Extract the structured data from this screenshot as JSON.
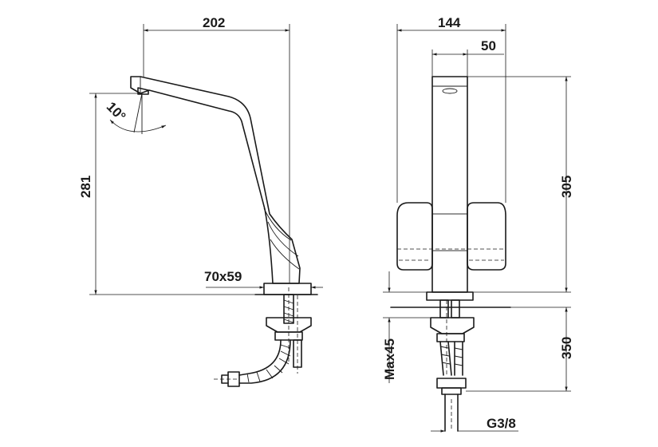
{
  "dimensions": {
    "spout_reach": "202",
    "height_left": "281",
    "spout_angle": "10°",
    "base_size": "70x59",
    "total_width": "144",
    "body_width": "50",
    "height_right": "305",
    "hose_length": "350",
    "max_thickness": "Max45",
    "thread": "G3/8"
  }
}
